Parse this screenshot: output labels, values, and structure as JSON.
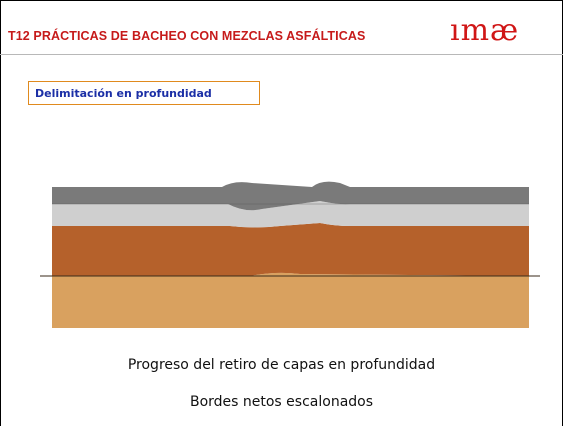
{
  "header": {
    "title": "T12 PRÁCTICAS DE BACHEO CON MEZCLAS ASFÁLTICAS",
    "logo": "ımæ",
    "title_color": "#c61a1a",
    "logo_color": "#d01616"
  },
  "section": {
    "label": "Delimitación en profundidad",
    "border_color": "#e08a1e",
    "text_color": "#1b2fa6"
  },
  "diagram": {
    "layers": [
      {
        "name": "asphalt-surface-layer",
        "color": "#7a7a7a"
      },
      {
        "name": "base-layer",
        "color": "#cfcfcf"
      },
      {
        "name": "subbase-layer",
        "color": "#b5612b"
      },
      {
        "name": "subgrade-layer",
        "color": "#d9a15f"
      }
    ]
  },
  "captions": {
    "line1": "Progreso del retiro de capas en profundidad",
    "line2": "Bordes netos escalonados"
  }
}
